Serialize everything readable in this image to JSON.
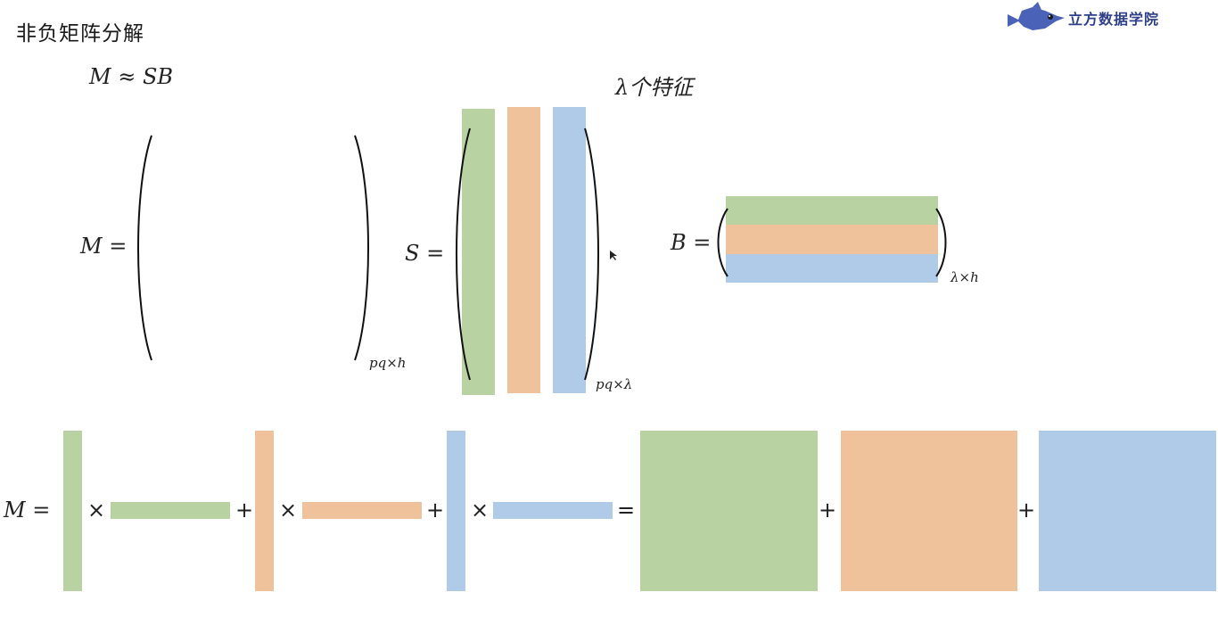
{
  "header": {
    "title": "非负矩阵分解",
    "logo_text": "立方数据学院"
  },
  "formulas": {
    "approx": "M ≈ SB",
    "features": "λ个特征",
    "m_label": "M =",
    "m_dim": "pq×h",
    "s_label": "S =",
    "s_dim": "pq×λ",
    "b_label": "B =",
    "b_dim": "λ×h",
    "bottom_label": "M ="
  },
  "operators": {
    "times": "×",
    "plus": "+",
    "equals": "="
  },
  "colors": {
    "green": "#b9d2a1",
    "orange": "#f0c29b",
    "blue": "#afcbe8"
  }
}
